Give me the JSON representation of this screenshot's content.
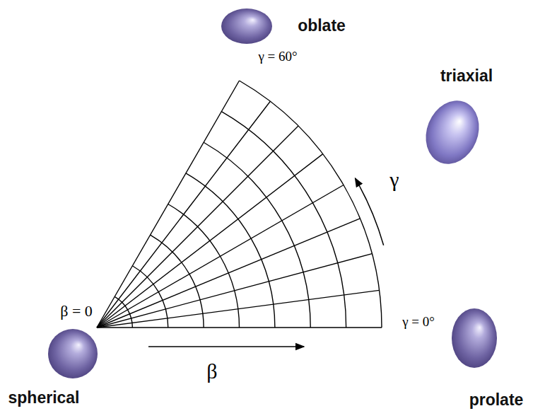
{
  "diagram": {
    "labels": [
      "oblate",
      "γ = 60°",
      "triaxial",
      "γ",
      "β = 0",
      "γ = 0°",
      "β",
      "spherical",
      "prolate"
    ]
  }
}
